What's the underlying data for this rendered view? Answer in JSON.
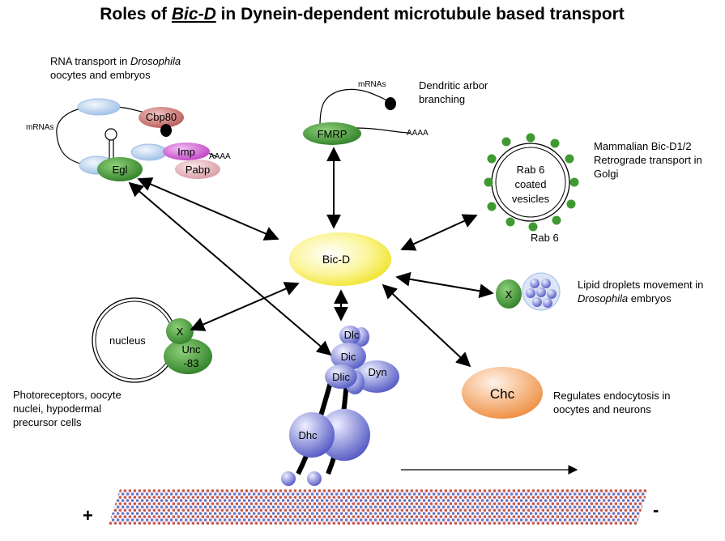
{
  "title": {
    "pre": "Roles of ",
    "italic": "Bic-D",
    "post": " in Dynein-dependent microtubule based transport"
  },
  "rna_transport": {
    "line1": "RNA transport in ",
    "line1_italic": "Drosophila",
    "line2": "oocytes and embryos",
    "mrnas": "mRNAs",
    "cbp80": "Cbp80",
    "egl": "Egl",
    "imp": "Imp",
    "pabp": "Pabp",
    "polya": "AAAA"
  },
  "dendritic": {
    "mrnas": "mRNAs",
    "fmrp": "FMRP",
    "polya": "AAAA",
    "line1": "Dendritic arbor",
    "line2": "branching"
  },
  "golgi": {
    "line1": "Mammalian Bic-D1/2",
    "line2": "Retrograde transport in",
    "line3": "Golgi",
    "vesicle_line1": "Rab 6",
    "vesicle_line2": "coated",
    "vesicle_line3": "vesicles",
    "rab6": "Rab 6"
  },
  "bicd": {
    "label": "Bic-D"
  },
  "lipid": {
    "x": "X",
    "line1": "Lipid droplets movement in",
    "line2": "Drosophila",
    "line2_post": " embryos"
  },
  "nucleus": {
    "label": "nucleus",
    "x": "X",
    "unc1": "Unc",
    "unc2": "-83",
    "line1": "Photoreceptors, oocyte",
    "line2": "nuclei, hypodermal",
    "line3": "precursor cells"
  },
  "dynein": {
    "dlc": "Dlc",
    "dic": "Dic",
    "dlic": "Dlic",
    "dyn": "Dyn",
    "dhc": "Dhc"
  },
  "chc": {
    "label": "Chc",
    "line1": "Regulates endocytosis in",
    "line2": "oocytes and neurons"
  },
  "microtubule": {
    "plus": "+",
    "minus": "-"
  },
  "colors": {
    "green": "#3f9a32",
    "blue_protein": "#8a8de0",
    "light_blue": "#b9d0ec",
    "cbp80": "#c9706e",
    "imp": "#cc4fcf",
    "pabp": "#d8a0a6",
    "bicd_yellow": "#f6ee2a",
    "chc_orange": "#f09a55",
    "mt_red": "#c8564f",
    "mt_blue": "#6a74c8"
  }
}
